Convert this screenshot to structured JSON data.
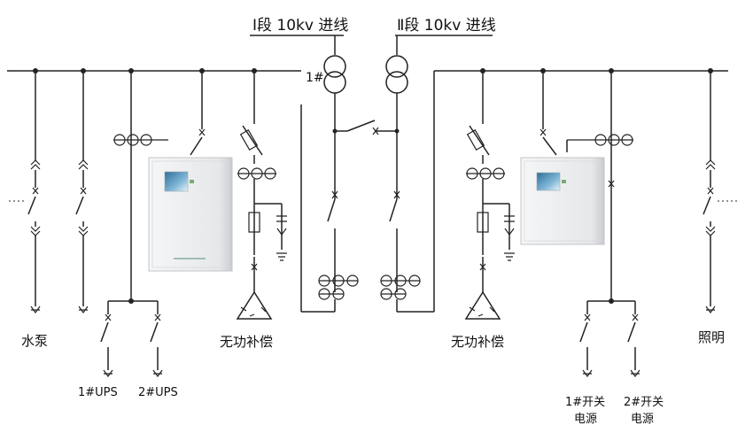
{
  "incoming": {
    "line1": "Ⅰ段 10kv 进线",
    "line2": "Ⅱ段 10kv 进线",
    "transformer_mark": "1#"
  },
  "loads": {
    "pump": "水泵",
    "ups1": "1#UPS",
    "ups2": "2#UPS",
    "comp_left": "无功补偿",
    "comp_right": "无功补偿",
    "switch_power_1_line1": "1#开关",
    "switch_power_1_line2": "电源",
    "switch_power_2_line1": "2#开关",
    "switch_power_2_line2": "电源",
    "lighting": "照明"
  },
  "colors": {
    "line": "#222222",
    "cabinet": "#e9eaec",
    "screen": "#4a8fbf"
  }
}
